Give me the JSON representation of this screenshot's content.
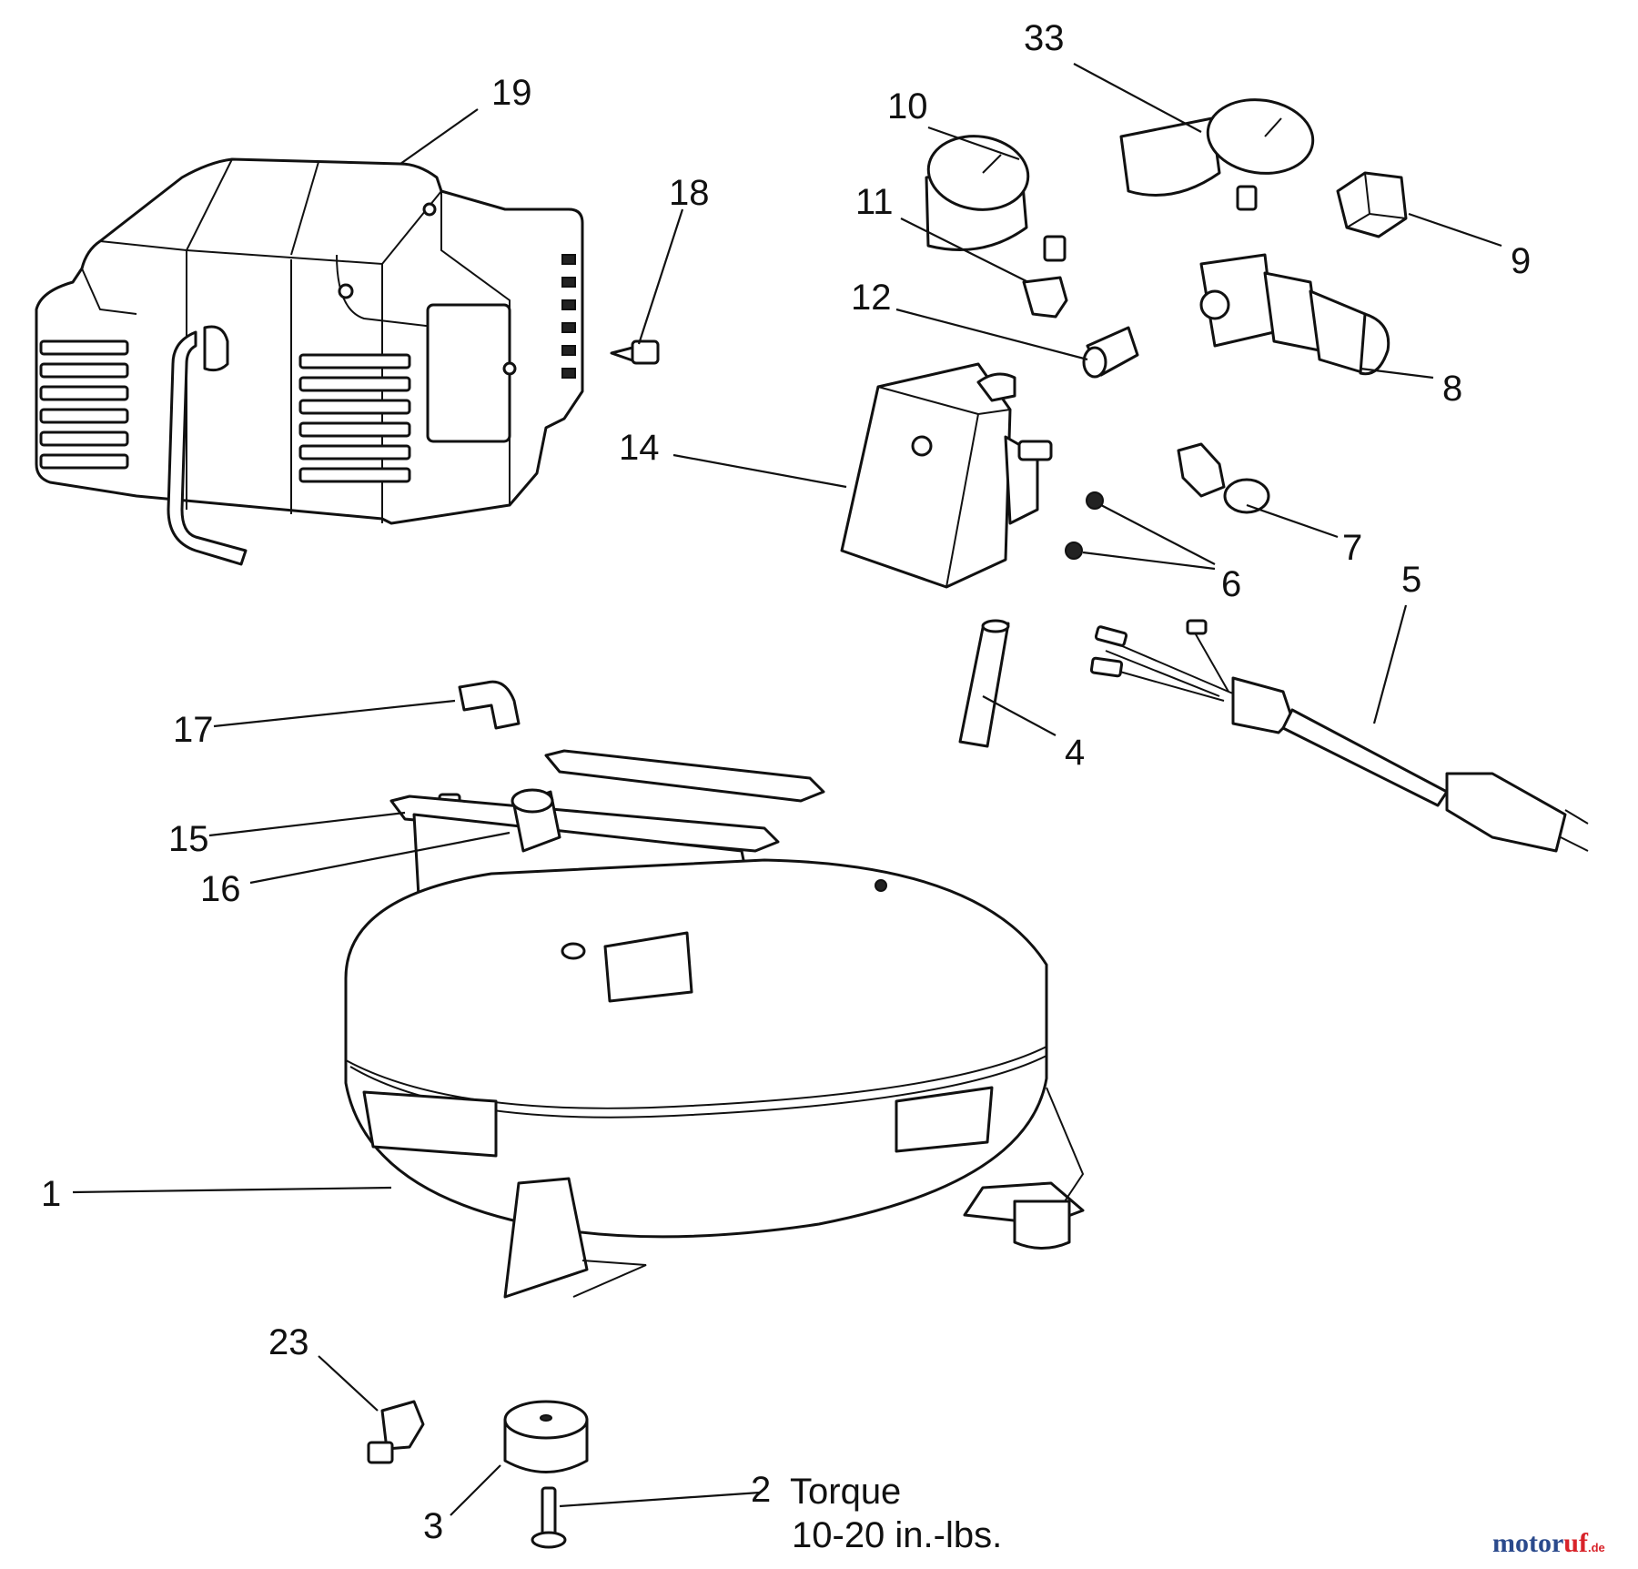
{
  "callouts": {
    "c1": "1",
    "c2": "2",
    "c3": "3",
    "c4": "4",
    "c5": "5",
    "c6": "6",
    "c7": "7",
    "c8": "8",
    "c9": "9",
    "c10": "10",
    "c11": "11",
    "c12": "12",
    "c14": "14",
    "c15": "15",
    "c16": "16",
    "c17": "17",
    "c18": "18",
    "c19": "19",
    "c23": "23",
    "c33": "33"
  },
  "torque_note": {
    "line1": "Torque",
    "line2": "10-20 in.-lbs."
  },
  "watermark": {
    "main": "motoruf",
    "suffix": ".de",
    "colors": {
      "motor": "#2b4a8c",
      "uf": "#d8232a"
    }
  },
  "colors": {
    "line": "#111111",
    "background": "#ffffff"
  }
}
